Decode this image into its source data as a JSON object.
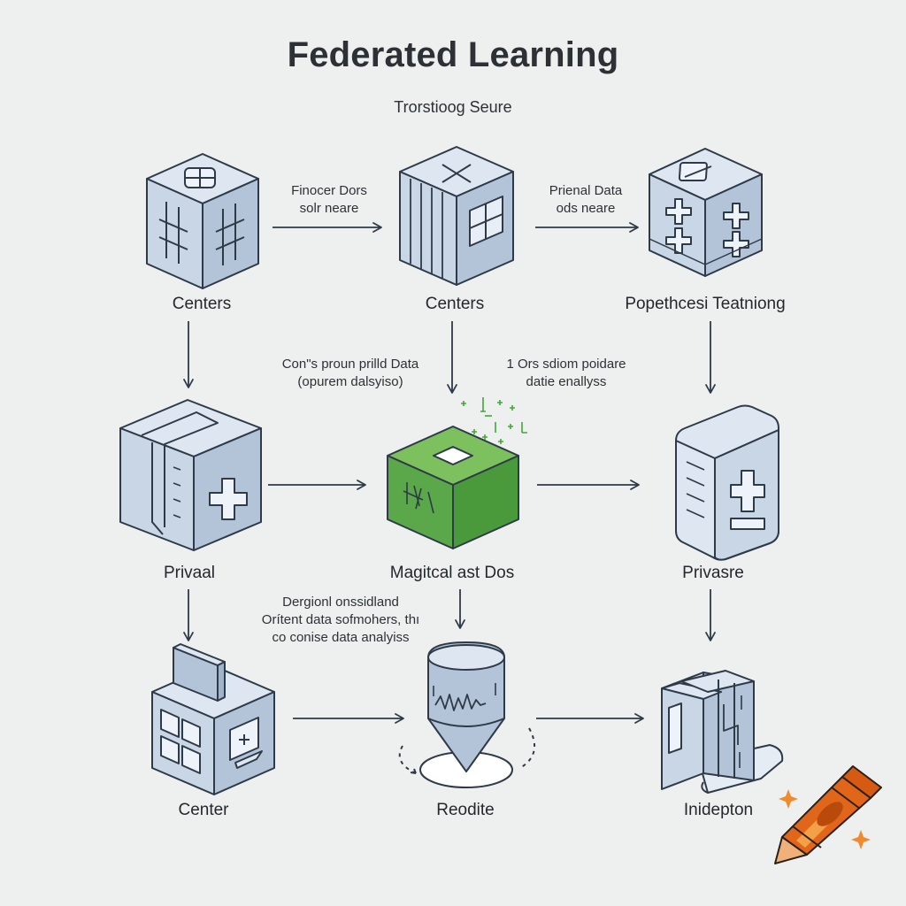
{
  "title": "Federated Learning",
  "subtitle": "Trorstioog Seure",
  "colors": {
    "background": "#eef0f0",
    "stroke": "#2f3a48",
    "cube_face_light": "#dde6f1",
    "cube_face_mid": "#c9d6e6",
    "cube_face_dark": "#b3c4d9",
    "accent_green": "#5aa84a",
    "accent_green_dark": "#3f8a35",
    "crayon_orange": "#e2661a"
  },
  "nodes": [
    {
      "id": "n1",
      "label": "Centers",
      "icon": "grid-cube-icon"
    },
    {
      "id": "n2",
      "label": "Centers",
      "icon": "server-cube-icon"
    },
    {
      "id": "n3",
      "label": "Popethcesi Teatniong",
      "icon": "plus-cube-icon"
    },
    {
      "id": "n4",
      "label": "Privaal",
      "icon": "folded-cube-icon"
    },
    {
      "id": "n5",
      "label": "Magitcal ast Dos",
      "icon": "green-cube-icon"
    },
    {
      "id": "n6",
      "label": "Privasre",
      "icon": "document-cube-icon"
    },
    {
      "id": "n7",
      "label": "Center",
      "icon": "building-cube-icon"
    },
    {
      "id": "n8",
      "label": "Reodite",
      "icon": "cone-sensor-icon"
    },
    {
      "id": "n9",
      "label": "Inidepton",
      "icon": "book-cube-icon"
    }
  ],
  "edge_notes": [
    {
      "lines": [
        "Finocer Dors",
        "solr neare"
      ]
    },
    {
      "lines": [
        "Prienal Data",
        "ods neare"
      ]
    },
    {
      "lines": [
        "Con\"s proun prilld Data",
        "(opurem dalsyiso)"
      ]
    },
    {
      "lines": [
        "1  Ors sdiom poidare",
        "datie enallyss"
      ]
    },
    {
      "lines": [
        "Dergionl onssidland",
        "Orítent data sofmohers, thı",
        "co conise data analyiss"
      ]
    }
  ],
  "decoration": {
    "icon": "crayon-icon"
  }
}
